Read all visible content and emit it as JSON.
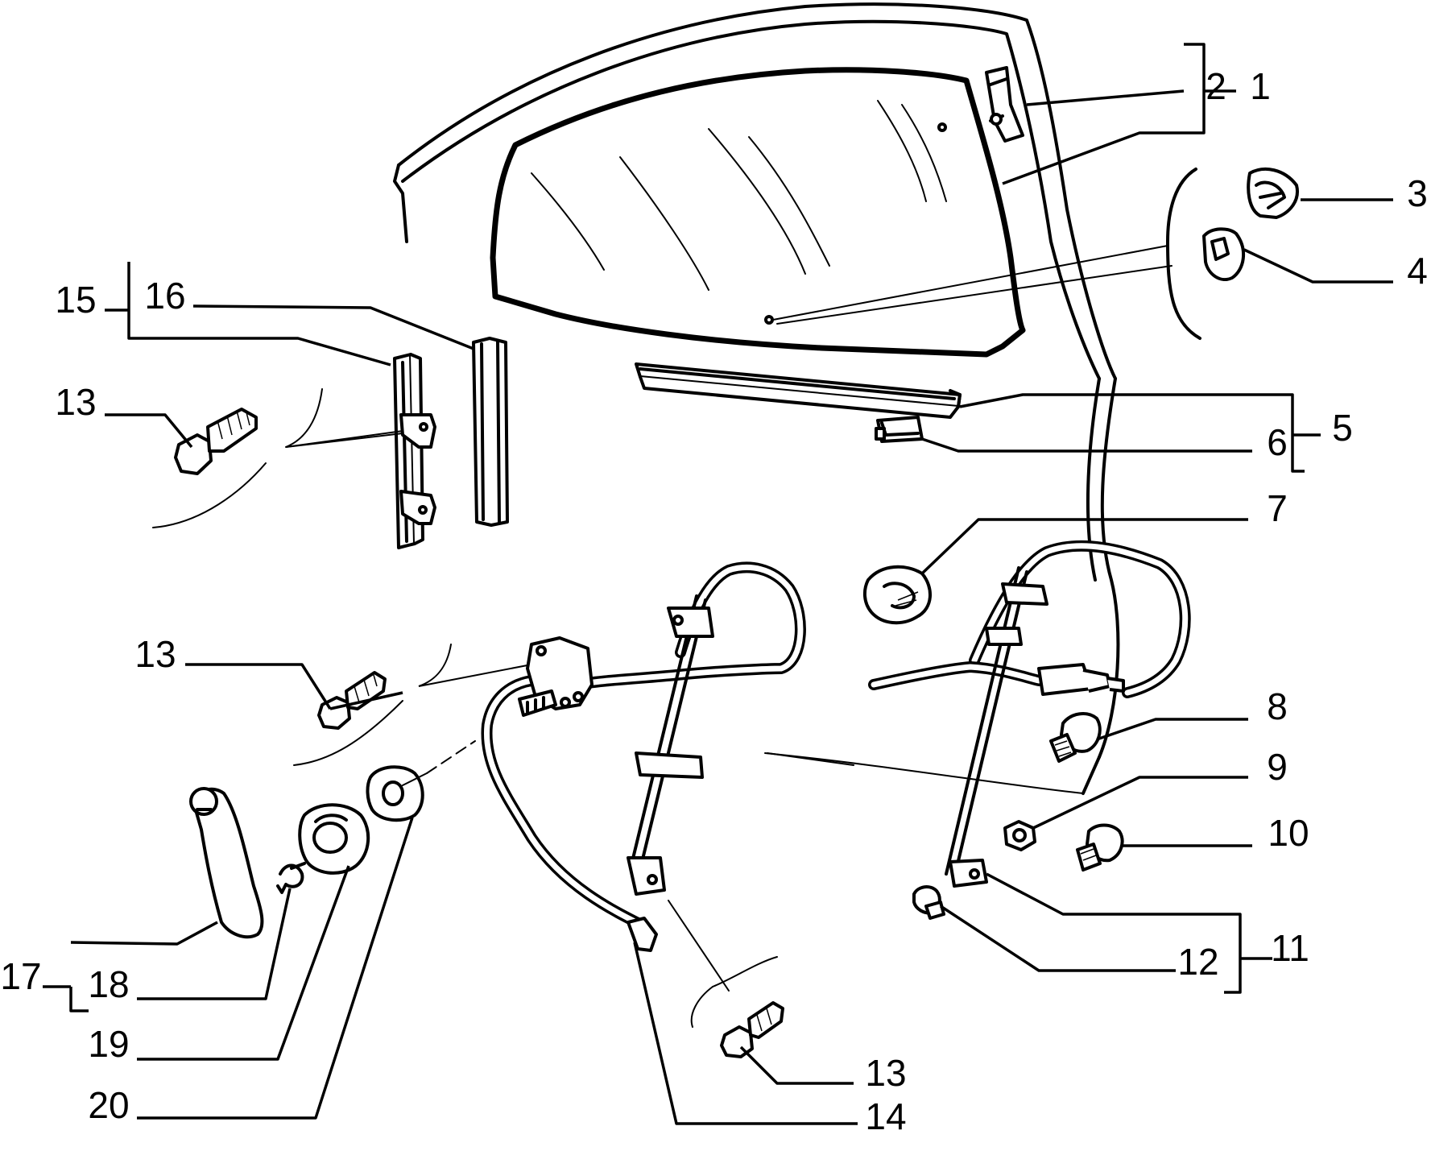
{
  "diagram": {
    "callouts": {
      "c1": "1",
      "c2": "2",
      "c3": "3",
      "c4": "4",
      "c5": "5",
      "c6": "6",
      "c7": "7",
      "c8": "8",
      "c9": "9",
      "c10": "10",
      "c11": "11",
      "c12": "12",
      "c13a": "13",
      "c13b": "13",
      "c13c": "13",
      "c14": "14",
      "c15": "15",
      "c16": "16",
      "c17": "17",
      "c18": "18",
      "c19": "19",
      "c20": "20"
    }
  }
}
